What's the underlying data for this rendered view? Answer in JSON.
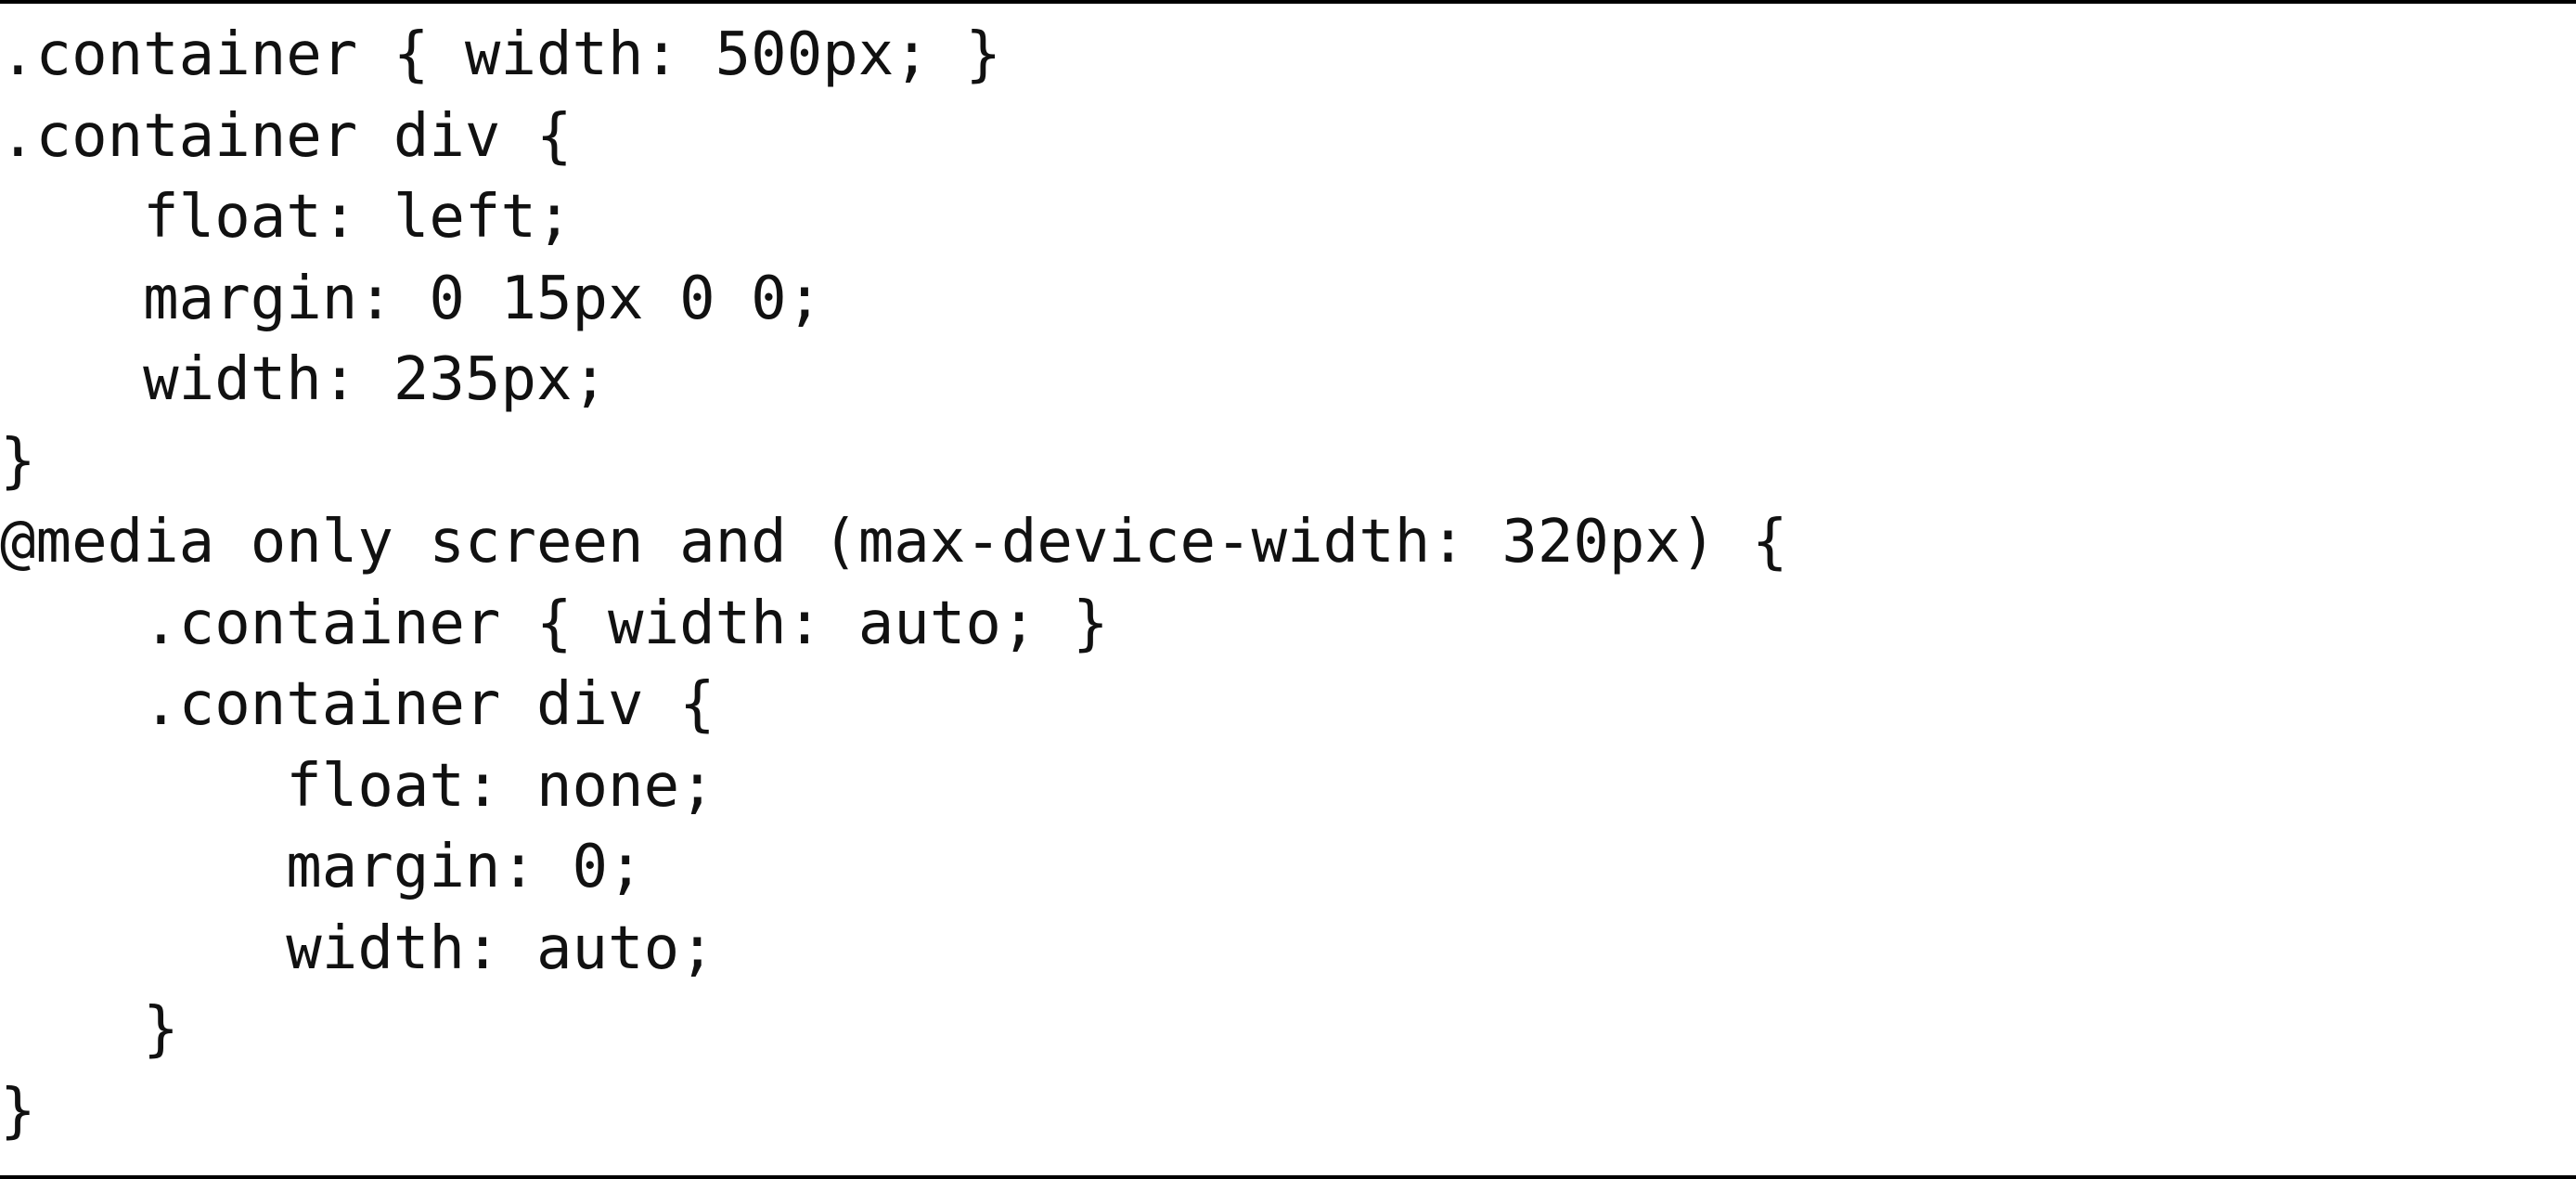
{
  "code": {
    "lines": [
      ".container { width: 500px; }",
      ".container div {",
      "    float: left;",
      "    margin: 0 15px 0 0;",
      "    width: 235px;",
      "}",
      "@media only screen and (max-device-width: 320px) {",
      "    .container { width: auto; }",
      "    .container div {",
      "        float: none;",
      "        margin: 0;",
      "        width: auto;",
      "    }",
      "}"
    ]
  }
}
